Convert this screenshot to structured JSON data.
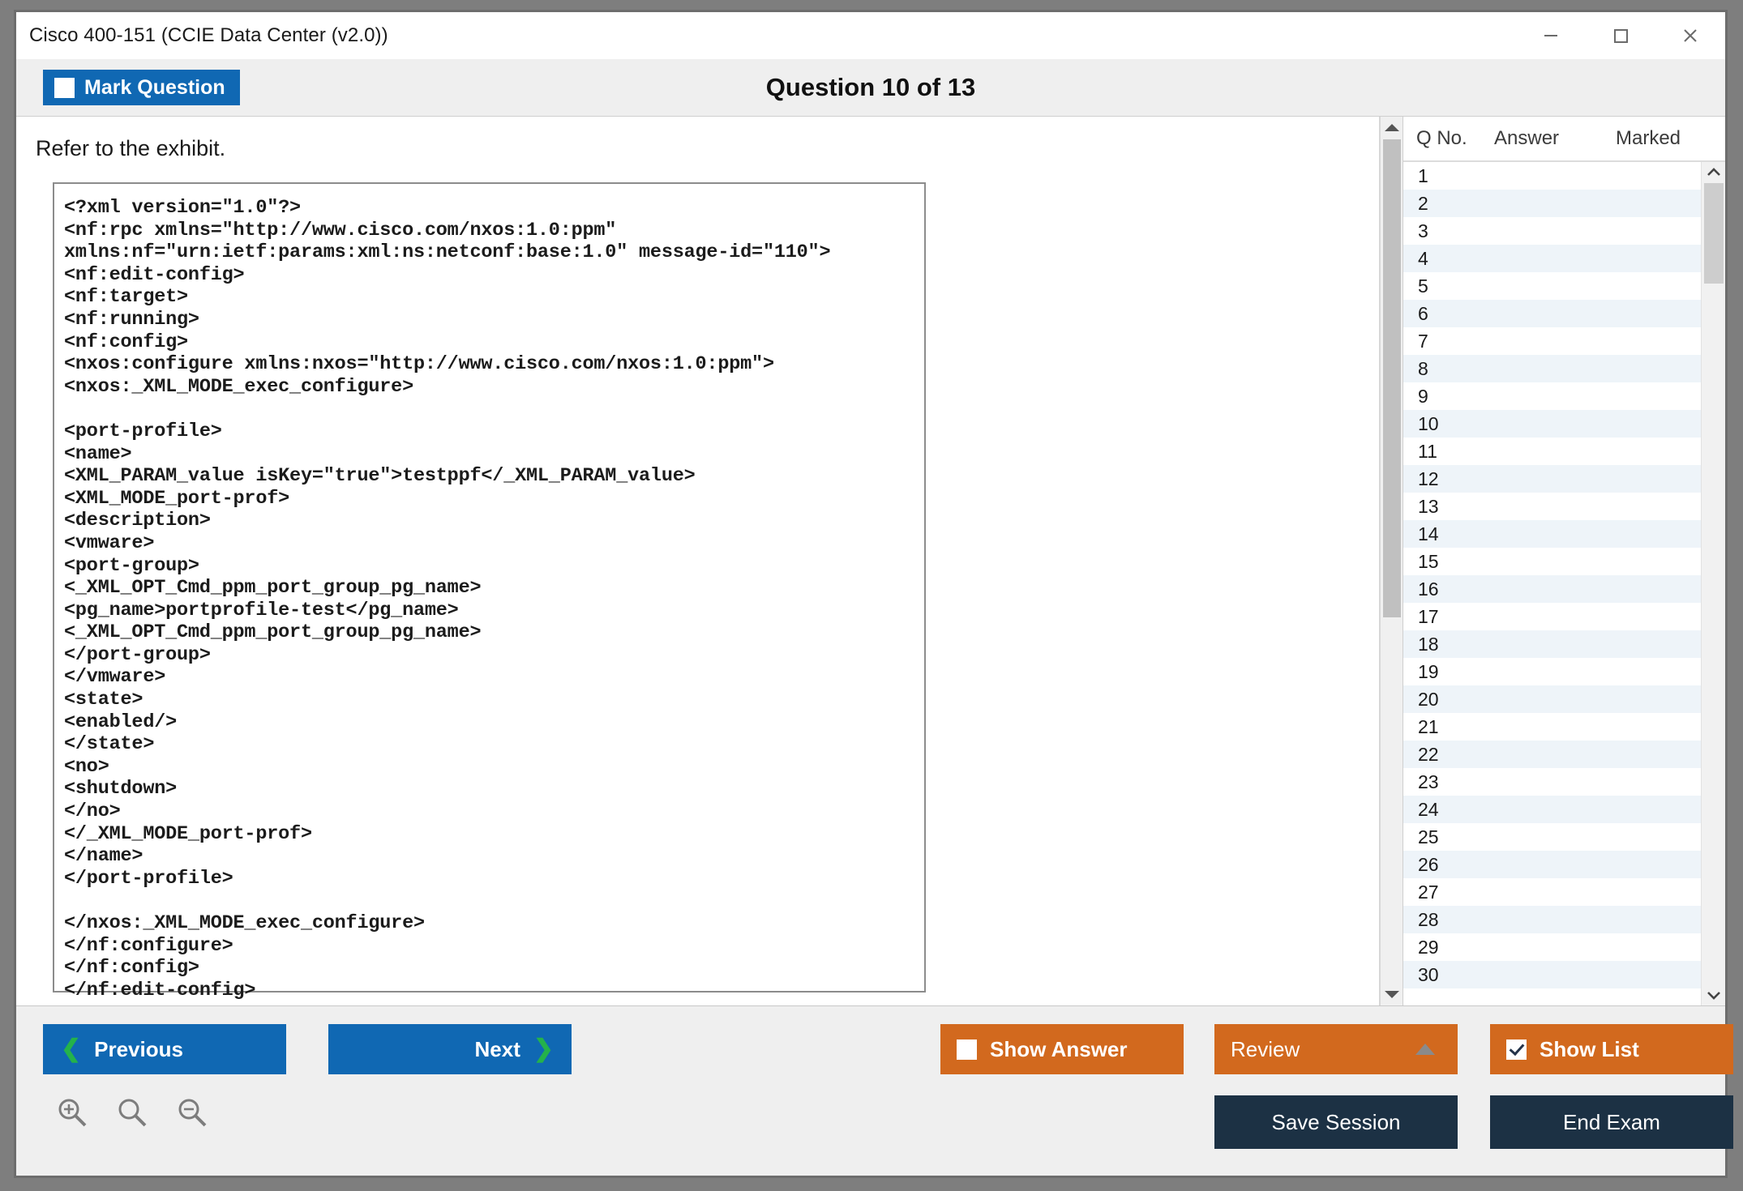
{
  "window": {
    "title": "Cisco 400-151 (CCIE Data Center (v2.0))",
    "controls": {
      "minimize": "minimize-icon",
      "maximize": "maximize-icon",
      "close": "close-icon"
    }
  },
  "header": {
    "mark_question_label": "Mark Question",
    "mark_question_checked": false,
    "question_counter": "Question 10 of 13"
  },
  "question": {
    "prompt": "Refer to the exhibit.",
    "exhibit_code": "<?xml version=\"1.0\"?>\n<nf:rpc xmlns=\"http://www.cisco.com/nxos:1.0:ppm\"\nxmlns:nf=\"urn:ietf:params:xml:ns:netconf:base:1.0\" message-id=\"110\">\n<nf:edit-config>\n<nf:target>\n<nf:running>\n<nf:config>\n<nxos:configure xmlns:nxos=\"http://www.cisco.com/nxos:1.0:ppm\">\n<nxos:_XML_MODE_exec_configure>\n\n<port-profile>\n<name>\n<XML_PARAM_value isKey=\"true\">testppf</_XML_PARAM_value>\n<XML_MODE_port-prof>\n<description>\n<vmware>\n<port-group>\n<_XML_OPT_Cmd_ppm_port_group_pg_name>\n<pg_name>portprofile-test</pg_name>\n<_XML_OPT_Cmd_ppm_port_group_pg_name>\n</port-group>\n</vmware>\n<state>\n<enabled/>\n</state>\n<no>\n<shutdown>\n</no>\n</_XML_MODE_port-prof>\n</name>\n</port-profile>\n\n</nxos:_XML_MODE_exec_configure>\n</nf:configure>\n</nf:config>\n</nf:edit-config>"
  },
  "sidebar": {
    "columns": [
      "Q No.",
      "Answer",
      "Marked"
    ],
    "rows": [
      {
        "no": "1",
        "answer": "",
        "marked": ""
      },
      {
        "no": "2",
        "answer": "",
        "marked": ""
      },
      {
        "no": "3",
        "answer": "",
        "marked": ""
      },
      {
        "no": "4",
        "answer": "",
        "marked": ""
      },
      {
        "no": "5",
        "answer": "",
        "marked": ""
      },
      {
        "no": "6",
        "answer": "",
        "marked": ""
      },
      {
        "no": "7",
        "answer": "",
        "marked": ""
      },
      {
        "no": "8",
        "answer": "",
        "marked": ""
      },
      {
        "no": "9",
        "answer": "",
        "marked": ""
      },
      {
        "no": "10",
        "answer": "",
        "marked": ""
      },
      {
        "no": "11",
        "answer": "",
        "marked": ""
      },
      {
        "no": "12",
        "answer": "",
        "marked": ""
      },
      {
        "no": "13",
        "answer": "",
        "marked": ""
      },
      {
        "no": "14",
        "answer": "",
        "marked": ""
      },
      {
        "no": "15",
        "answer": "",
        "marked": ""
      },
      {
        "no": "16",
        "answer": "",
        "marked": ""
      },
      {
        "no": "17",
        "answer": "",
        "marked": ""
      },
      {
        "no": "18",
        "answer": "",
        "marked": ""
      },
      {
        "no": "19",
        "answer": "",
        "marked": ""
      },
      {
        "no": "20",
        "answer": "",
        "marked": ""
      },
      {
        "no": "21",
        "answer": "",
        "marked": ""
      },
      {
        "no": "22",
        "answer": "",
        "marked": ""
      },
      {
        "no": "23",
        "answer": "",
        "marked": ""
      },
      {
        "no": "24",
        "answer": "",
        "marked": ""
      },
      {
        "no": "25",
        "answer": "",
        "marked": ""
      },
      {
        "no": "26",
        "answer": "",
        "marked": ""
      },
      {
        "no": "27",
        "answer": "",
        "marked": ""
      },
      {
        "no": "28",
        "answer": "",
        "marked": ""
      },
      {
        "no": "29",
        "answer": "",
        "marked": ""
      },
      {
        "no": "30",
        "answer": "",
        "marked": ""
      }
    ]
  },
  "footer": {
    "previous_label": "Previous",
    "next_label": "Next",
    "show_answer_label": "Show Answer",
    "show_answer_checked": false,
    "review_label": "Review",
    "show_list_label": "Show List",
    "show_list_checked": true,
    "save_session_label": "Save Session",
    "end_exam_label": "End Exam",
    "zoom_icons": [
      "zoom-in-icon",
      "zoom-reset-icon",
      "zoom-out-icon"
    ]
  },
  "colors": {
    "blue": "#1068b3",
    "orange": "#d2691e",
    "navy": "#1c3144",
    "green_chevron": "#24b24b",
    "row_alt": "#eef4f9"
  }
}
